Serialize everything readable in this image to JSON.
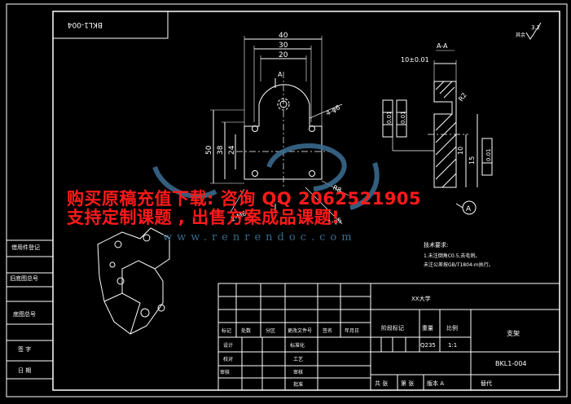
{
  "drawing": {
    "code_box": "BKL1-004",
    "section_label": "A-A",
    "roughness_note": "其余",
    "roughness_value": "3.2"
  },
  "dimensions": {
    "width_40": "40",
    "width_30": "30",
    "width_20": "20",
    "height_50": "50",
    "height_38": "38",
    "height_24": "24",
    "thickness": "10±0.01",
    "holes_top": "4-φ6",
    "radius_r8": "R8",
    "holes_bottom": "2-M6",
    "hole_pitch": "2-φ5",
    "section_r2": "R2",
    "section_15": "15",
    "section_10": "10",
    "tol_a_1": "0.01",
    "tol_a_2": "0.01",
    "tol_right": "0.01",
    "datum": "A"
  },
  "section_marks": {
    "top": "A",
    "bottom": "A"
  },
  "tech_notes": {
    "title": "技术要求:",
    "line1": "1.未注倒角C0.5,去毛刺。",
    "line2": "未注公差按GB/T1804-m执行。"
  },
  "left_strip": [
    "借用件登记",
    "旧底图总号",
    "底图总号",
    "签 字",
    "日 期"
  ],
  "title_block": {
    "company": "XX大学",
    "part_name": "支架",
    "drawing_no": "BKL1-004",
    "material": "Q235",
    "scale": "1:1",
    "weight": "",
    "stage_label": "阶段标记",
    "weight_label": "重量",
    "scale_label": "比例",
    "sheet_label": "共  张",
    "page_label": "第  张",
    "version_label": "版本 A",
    "replace_label": "替代",
    "row_labels": [
      "标记",
      "处数",
      "分区",
      "更改文件号",
      "签名",
      "年月日"
    ],
    "sign_rows": [
      "设计",
      "校对",
      "审核",
      "工艺",
      "标准化",
      "批准"
    ],
    "sign_rows_right": [
      "标准化",
      "工艺",
      "审核",
      "批准"
    ]
  },
  "watermark": {
    "line1": "购买原稿充值下载: 咨询 QQ 2062521905",
    "line2": "支持定制课题 , 出售方案成品课题!",
    "url": "www.renrendoc.com"
  }
}
